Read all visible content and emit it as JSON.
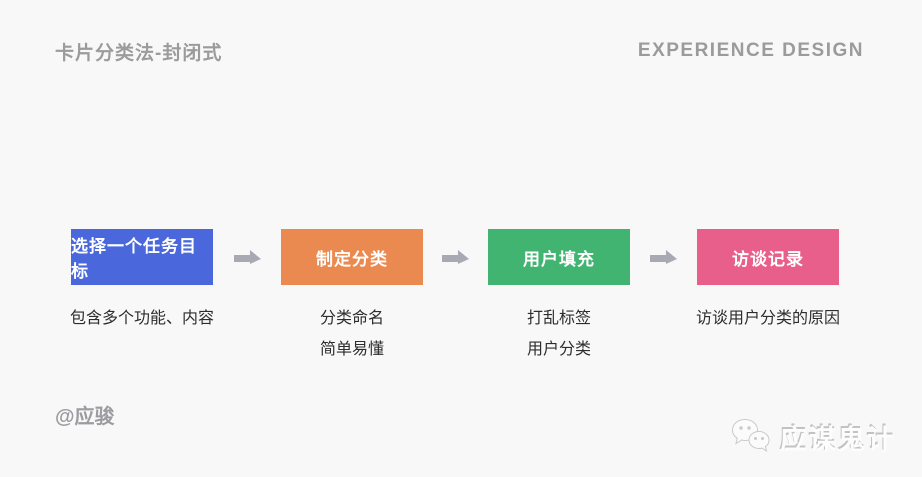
{
  "page": {
    "background": "#f8f8f8"
  },
  "header": {
    "title": "卡片分类法-封闭式",
    "brand": "EXPERIENCE DESIGN"
  },
  "flow": {
    "arrow_color": "#a9a9b3",
    "steps": [
      {
        "label": "选择一个任务目标",
        "color": "#4a68dc",
        "notes": [
          "包含多个功能、内容"
        ]
      },
      {
        "label": "制定分类",
        "color": "#ea8a50",
        "notes": [
          "分类命名",
          "简单易懂"
        ]
      },
      {
        "label": "用户填充",
        "color": "#42b471",
        "notes": [
          "打乱标签",
          "用户分类"
        ]
      },
      {
        "label": "访谈记录",
        "color": "#e95f8c",
        "notes": [
          "访谈用户分类的原因"
        ]
      }
    ]
  },
  "footer": {
    "author": "@应骏",
    "watermark_text": "应谋鬼计",
    "watermark_icon": "wechat-icon"
  }
}
